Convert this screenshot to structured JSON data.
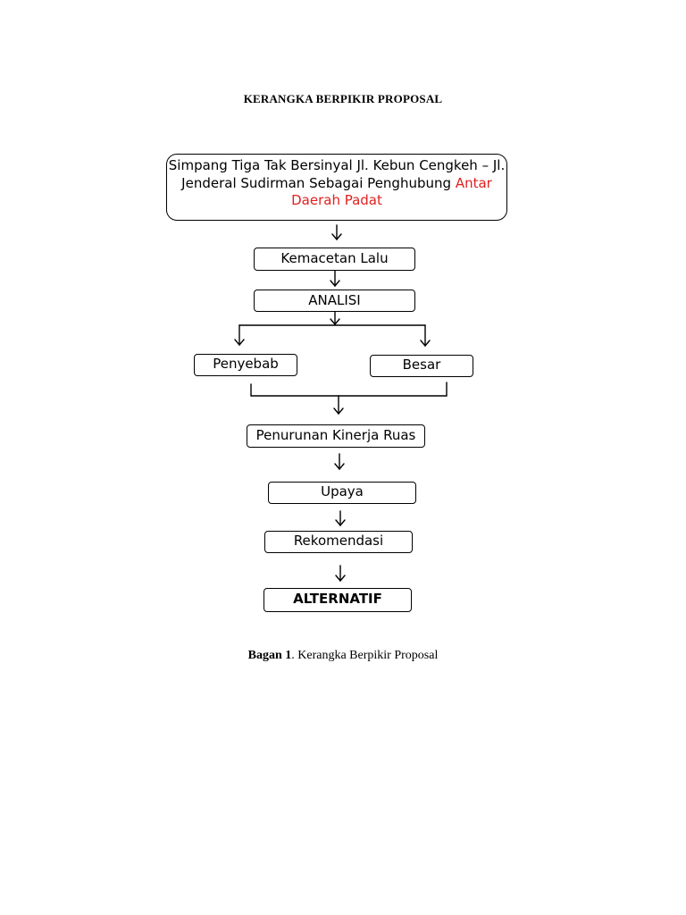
{
  "title": "KERANGKA BERPIKIR PROPOSAL",
  "diagram": {
    "top_box": {
      "text_black": "Simpang Tiga Tak Bersinyal Jl. Kebun Cengkeh – Jl. Jenderal Sudirman Sebagai Penghubung",
      "text_red": "Antar Daerah Padat",
      "text_red_color": "#e02020"
    },
    "kemacetan": "Kemacetan Lalu",
    "analisi": "ANALISI",
    "penyebab": "Penyebab",
    "besar": "Besar",
    "penurunan": "Penurunan Kinerja Ruas",
    "upaya": "Upaya",
    "rekomendasi": "Rekomendasi",
    "alternatif": "ALTERNATIF"
  },
  "caption": {
    "label": "Bagan 1",
    "text": ". Kerangka Berpikir Proposal"
  }
}
